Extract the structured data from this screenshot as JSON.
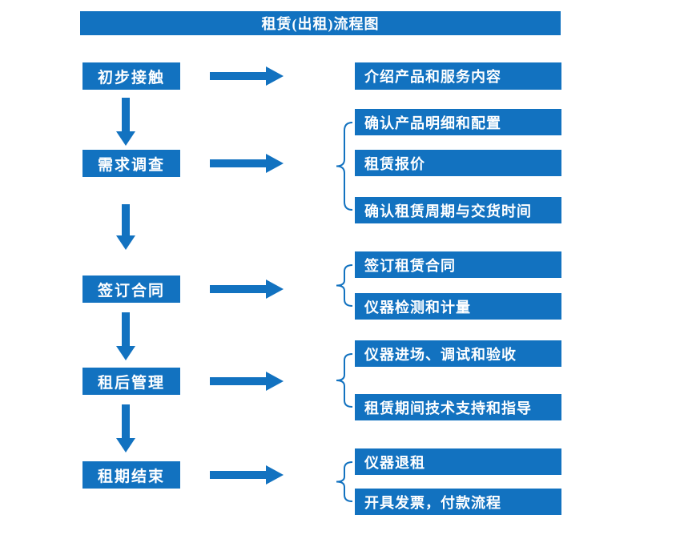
{
  "title": "租赁(出租)流程图",
  "colors": {
    "primary": "#1272C0",
    "text": "#FFFFFF",
    "background": "#FFFFFF"
  },
  "stages": [
    {
      "label": "初步接触",
      "outputs": [
        "介绍产品和服务内容"
      ]
    },
    {
      "label": "需求调查",
      "outputs": [
        "确认产品明细和配置",
        "租赁报价",
        "确认租赁周期与交货时间"
      ]
    },
    {
      "label": "签订合同",
      "outputs": [
        "签订租赁合同",
        "仪器检测和计量"
      ]
    },
    {
      "label": "租后管理",
      "outputs": [
        "仪器进场、调试和验收",
        "租赁期间技术支持和指导"
      ]
    },
    {
      "label": "租期结束",
      "outputs": [
        "仪器退租",
        "开具发票，付款流程"
      ]
    }
  ]
}
